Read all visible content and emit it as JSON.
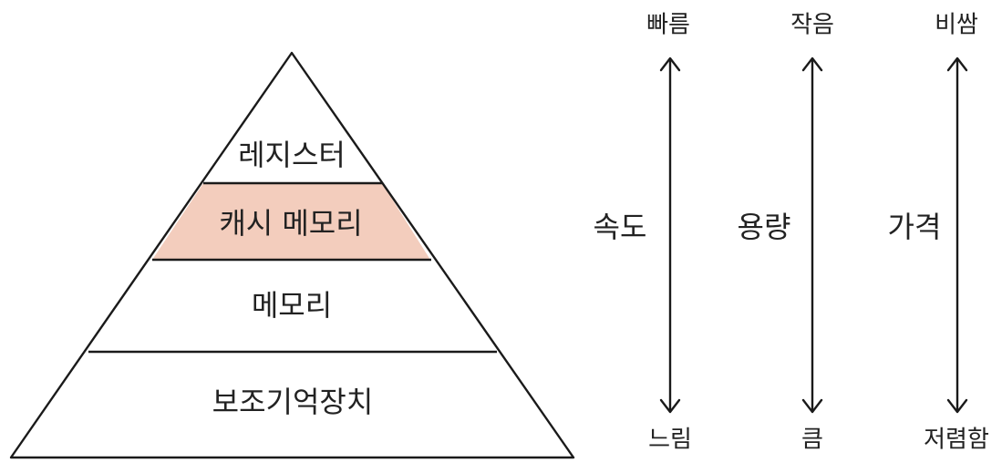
{
  "pyramid": {
    "tiers": [
      {
        "label": "레지스터",
        "highlighted": false
      },
      {
        "label": "캐시 메모리",
        "highlighted": true
      },
      {
        "label": "메모리",
        "highlighted": false
      },
      {
        "label": "보조기억장치",
        "highlighted": false
      }
    ],
    "highlight_color": "#f3cdbd",
    "stroke_color": "#1a1a1a"
  },
  "axes": [
    {
      "label": "속도",
      "top": "빠름",
      "bottom": "느림"
    },
    {
      "label": "용량",
      "top": "작음",
      "bottom": "큼"
    },
    {
      "label": "가격",
      "top": "비쌈",
      "bottom": "저렴함"
    }
  ]
}
